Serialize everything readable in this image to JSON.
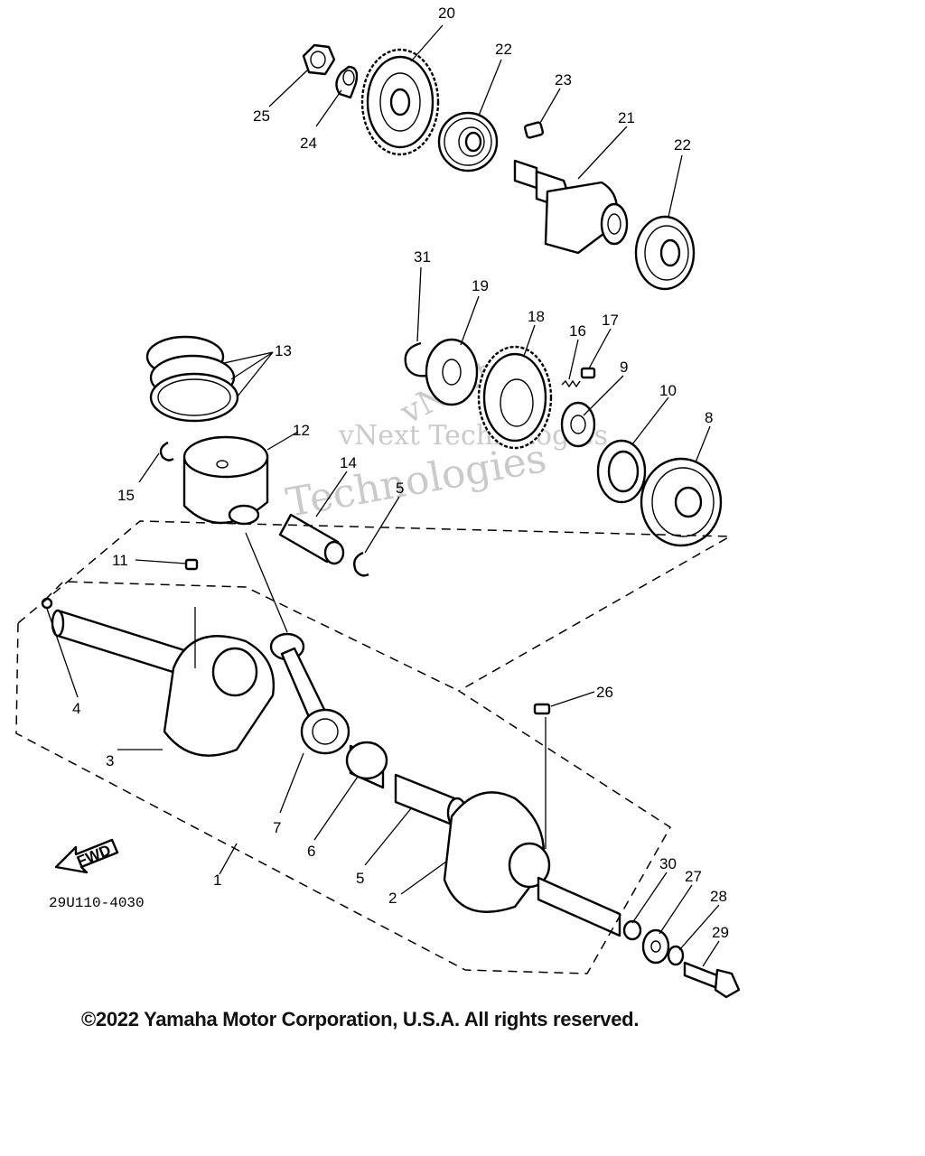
{
  "diagram": {
    "part_code": "29U110-4030",
    "fwd_label": "FWD",
    "copyright": "©2022 Yamaha Motor Corporation, U.S.A. All rights reserved.",
    "watermark": {
      "line1": "vNext Technologies",
      "line2": "Technologies",
      "line3": "vNext"
    },
    "callouts": {
      "c1": "1",
      "c2": "2",
      "c3": "3",
      "c4": "4",
      "c5a": "5",
      "c5b": "5",
      "c6": "6",
      "c7": "7",
      "c8": "8",
      "c9": "9",
      "c10": "10",
      "c11": "11",
      "c12": "12",
      "c13": "13",
      "c14": "14",
      "c15": "15",
      "c16": "16",
      "c17": "17",
      "c18": "18",
      "c19": "19",
      "c20": "20",
      "c21": "21",
      "c22a": "22",
      "c22b": "22",
      "c23": "23",
      "c24": "24",
      "c25": "25",
      "c26": "26",
      "c27": "27",
      "c28": "28",
      "c29": "29",
      "c30": "30",
      "c31": "31"
    }
  }
}
